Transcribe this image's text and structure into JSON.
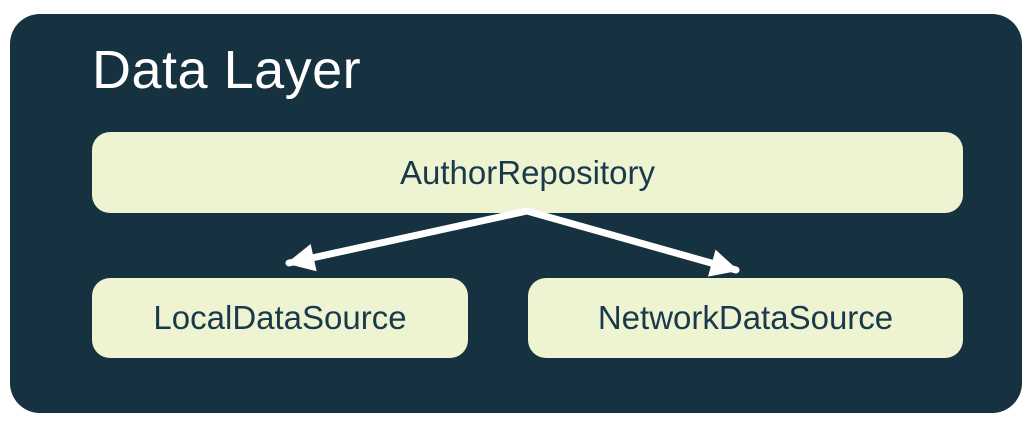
{
  "diagram": {
    "title": "Data Layer",
    "nodes": {
      "repository": {
        "label": "AuthorRepository"
      },
      "local": {
        "label": "LocalDataSource"
      },
      "network": {
        "label": "NetworkDataSource"
      }
    },
    "edges": [
      {
        "from": "AuthorRepository",
        "to": "LocalDataSource"
      },
      {
        "from": "AuthorRepository",
        "to": "NetworkDataSource"
      }
    ],
    "colors": {
      "canvas_bg": "#ffffff",
      "container_bg": "#16313f",
      "node_bg": "#eef4d2",
      "node_text": "#1a3a4b",
      "title_text": "#ffffff",
      "arrow": "#ffffff"
    }
  }
}
